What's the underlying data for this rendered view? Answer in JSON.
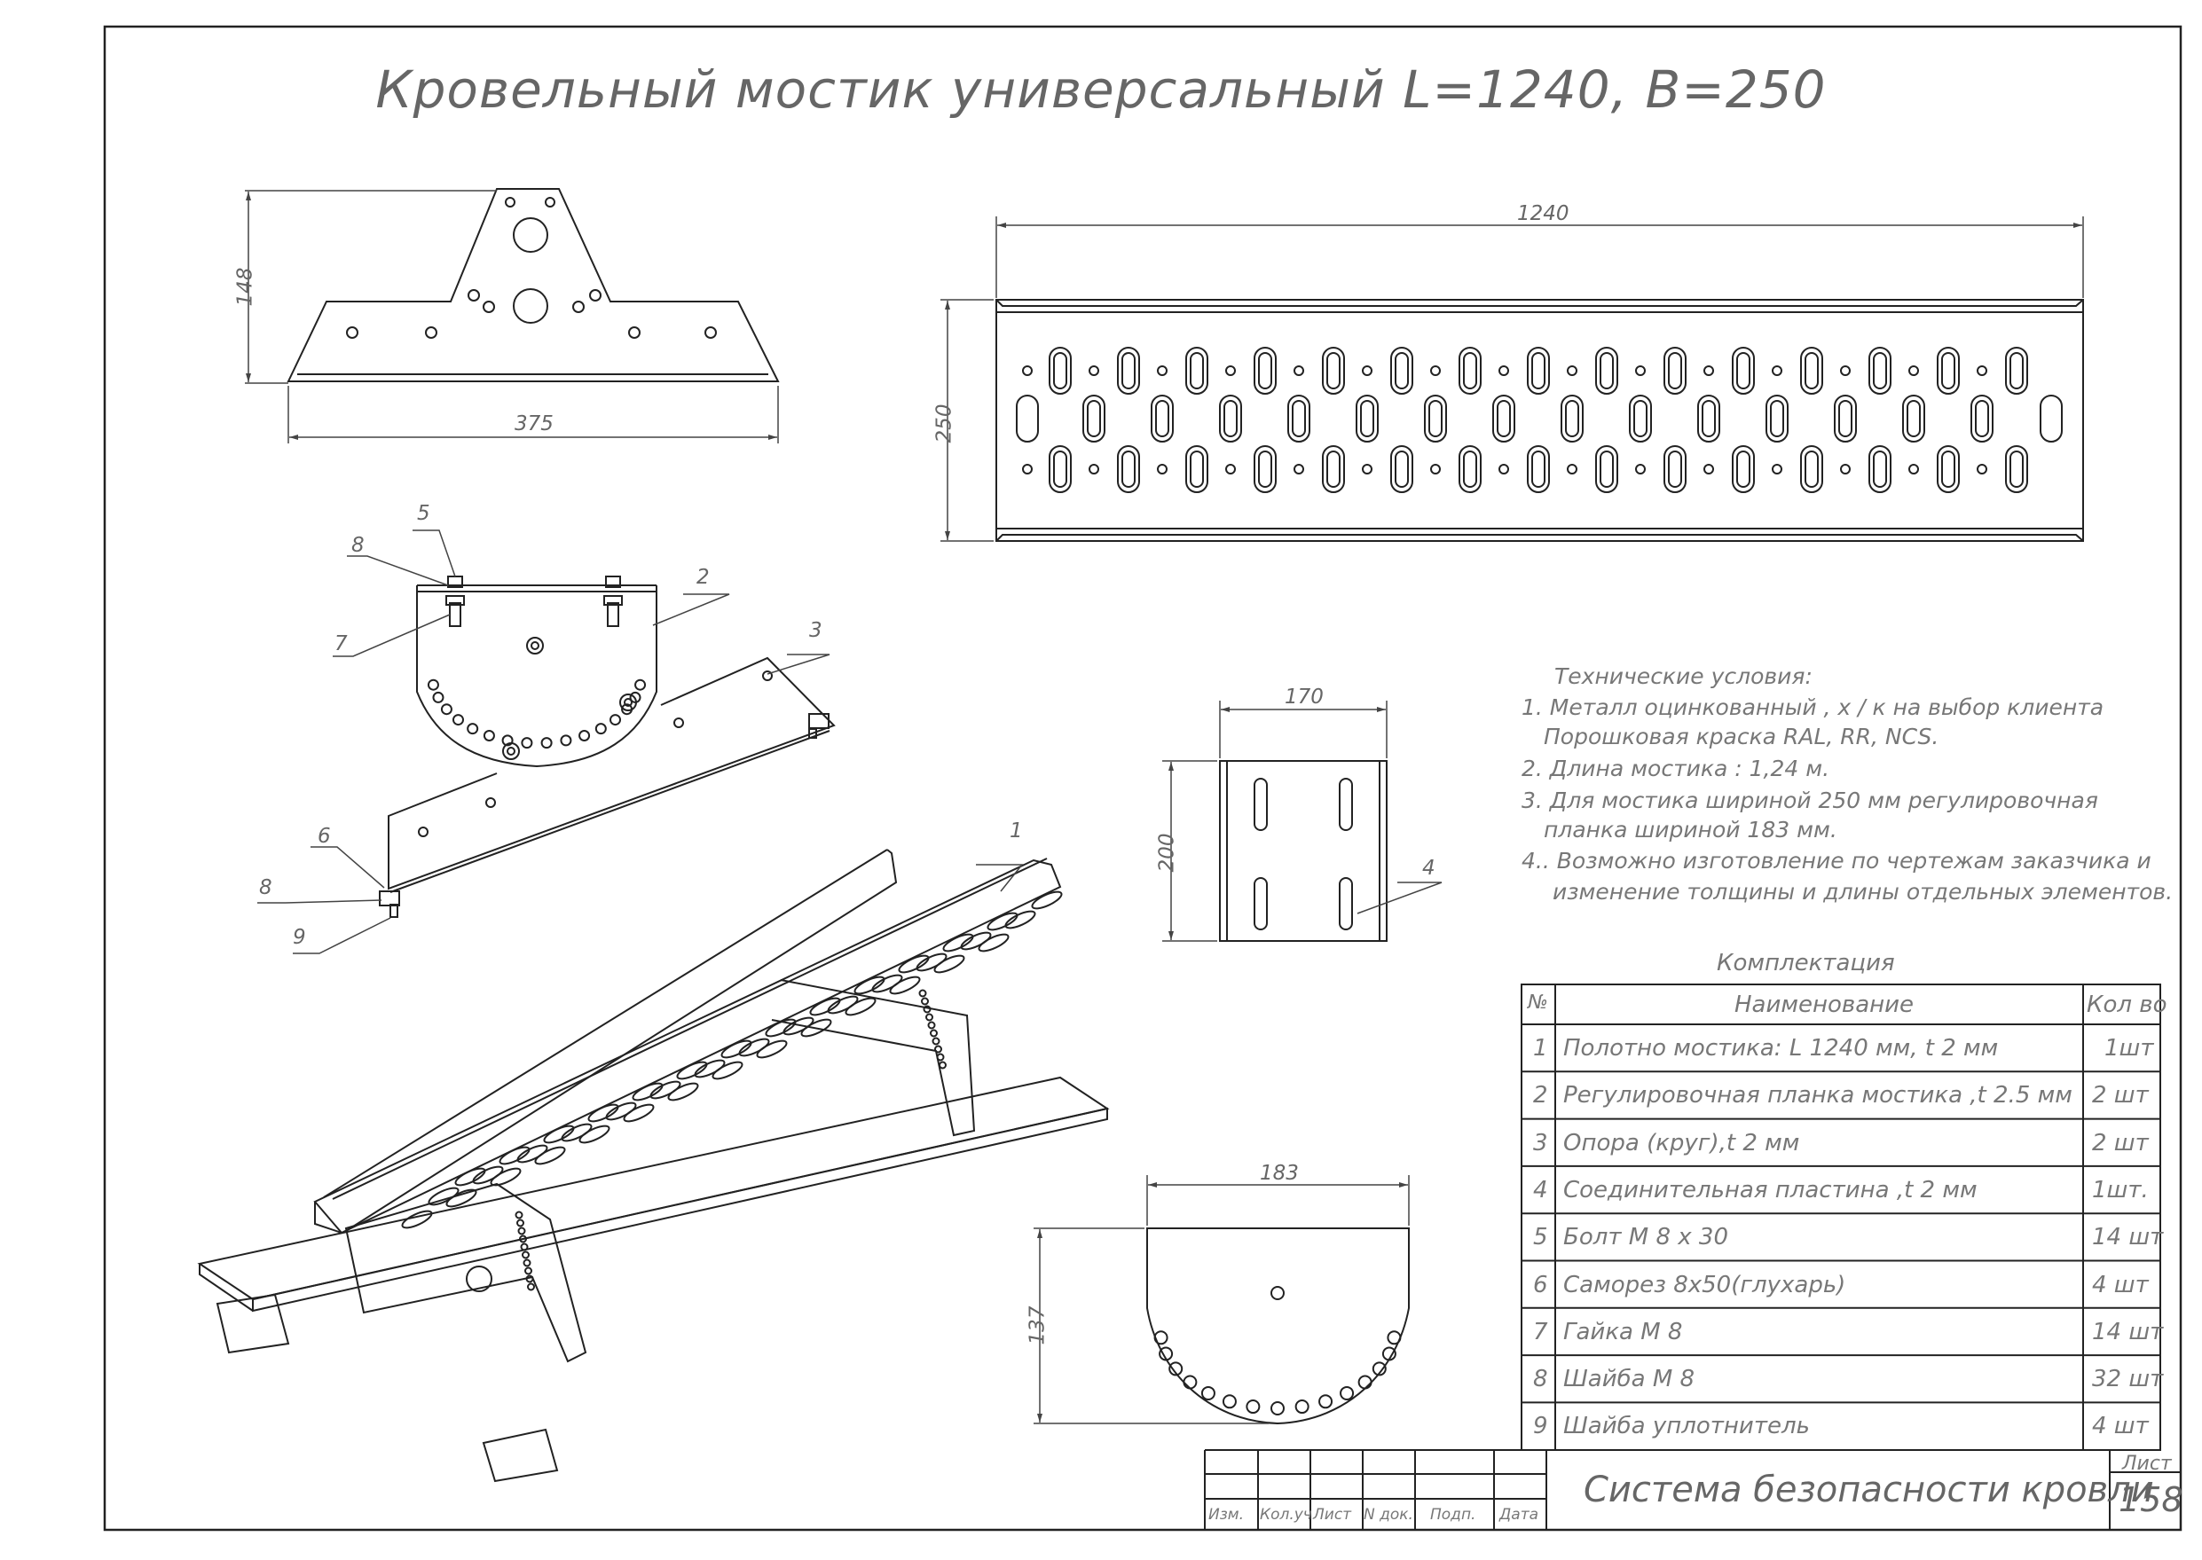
{
  "title": "Кровельный мостик универсальный   L=1240, B=250",
  "dimensions": {
    "d_148": "148",
    "d_375": "375",
    "d_1240": "1240",
    "d_250": "250",
    "d_170": "170",
    "d_200": "200",
    "d_183": "183",
    "d_137": "137"
  },
  "callouts": [
    "1",
    "2",
    "3",
    "4",
    "5",
    "6",
    "7",
    "8",
    "8",
    "9"
  ],
  "tech_conditions": {
    "heading": "Технические условия:",
    "lines": [
      "1. Металл оцинкованный , х / к на выбор клиента",
      "Порошковая краска  RAL, RR, NCS.",
      "2. Длина мостика : 1,24 м.",
      "3. Для мостика шириной 250 мм  регулировочная",
      "планка шириной 183 мм.",
      "4.. Возможно изготовление по чертежам заказчика и",
      "изменение толщины и длины отдельных элементов."
    ]
  },
  "bom": {
    "caption": "Комплектация",
    "headers": {
      "num": "№",
      "name": "Наименование",
      "qty": "Кол во"
    },
    "rows": [
      {
        "num": "1",
        "name": "Полотно мостика: L 1240 мм, t 2 мм",
        "qty": "1шт"
      },
      {
        "num": "2",
        "name": "Регулировочная планка мостика ,t 2.5 мм",
        "qty": "2 шт"
      },
      {
        "num": "3",
        "name": "Опора (круг),t 2 мм",
        "qty": "2 шт"
      },
      {
        "num": "4",
        "name": "Соединительная пластина ,t 2 мм",
        "qty": "1шт."
      },
      {
        "num": "5",
        "name": "Болт М 8 х 30",
        "qty": "14 шт"
      },
      {
        "num": "6",
        "name": "Саморез 8х50(глухарь)",
        "qty": "4 шт"
      },
      {
        "num": "7",
        "name": "Гайка М 8",
        "qty": "14 шт"
      },
      {
        "num": "8",
        "name": "Шайба М 8",
        "qty": "32 шт"
      },
      {
        "num": "9",
        "name": "Шайба уплотнитель",
        "qty": "4 шт"
      }
    ]
  },
  "title_block": {
    "labels": [
      "Изм.",
      "Кол.уч",
      "Лист",
      "N док.",
      "Подп.",
      "Дата"
    ],
    "system_name": "Система безопасности кровли",
    "sheet_label": "Лист",
    "sheet_number": "158"
  }
}
